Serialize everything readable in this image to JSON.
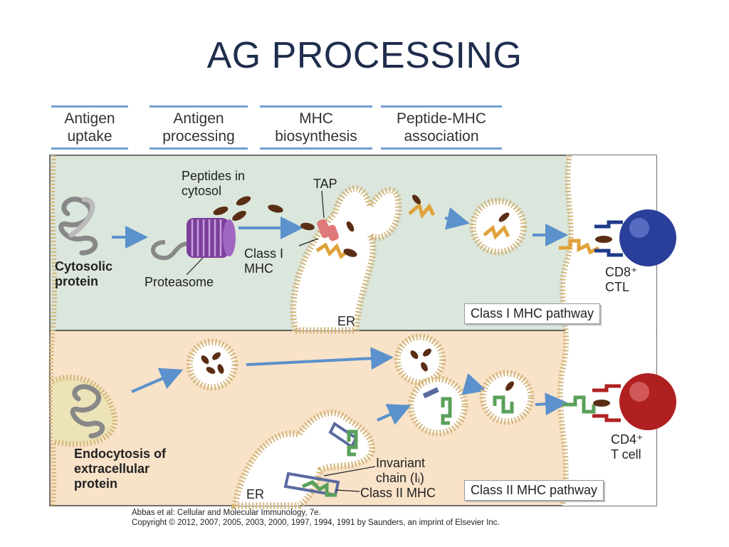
{
  "title": "AG PROCESSING",
  "stages": [
    "Antigen\nuptake",
    "Antigen\nprocessing",
    "MHC\nbiosynthesis",
    "Peptide-MHC\nassociation"
  ],
  "class1": {
    "peptides_label": "Peptides in\ncytosol",
    "tap_label": "TAP",
    "class1_mhc_label": "Class I\nMHC",
    "cytosolic_label": "Cytosolic\nprotein",
    "proteasome_label": "Proteasome",
    "er_label": "ER",
    "cell_label": "CD8⁺\nCTL",
    "pathway_label": "Class I MHC pathway"
  },
  "class2": {
    "endocytosis_label": "Endocytosis of\nextracellular\nprotein",
    "invariant_label": "Invariant\nchain (Iᵢ)",
    "class2_mhc_label": "Class II MHC",
    "er_label": "ER",
    "cell_label": "CD4⁺\nT cell",
    "pathway_label": "Class II MHC pathway"
  },
  "citation": {
    "line1": "Abbas et al: Cellular and Molecular Immunology, 7e.",
    "line2": "Copyright © 2012, 2007, 2005, 2003, 2000, 1997, 1994, 1991 by Saunders, an imprint of Elsevier Inc."
  },
  "colors": {
    "class1_bg": "#dbe6dc",
    "class2_bg": "#f8e2c8",
    "membrane": "#d3b57a",
    "arrow": "#5b91cc",
    "proteasome": "#7b3f9a",
    "peptide": "#5a2e14",
    "mhc1": "#e0a23a",
    "mhc2": "#5aa05a",
    "ctl_cell": "#2a3f9a",
    "tcell": "#b02020"
  }
}
